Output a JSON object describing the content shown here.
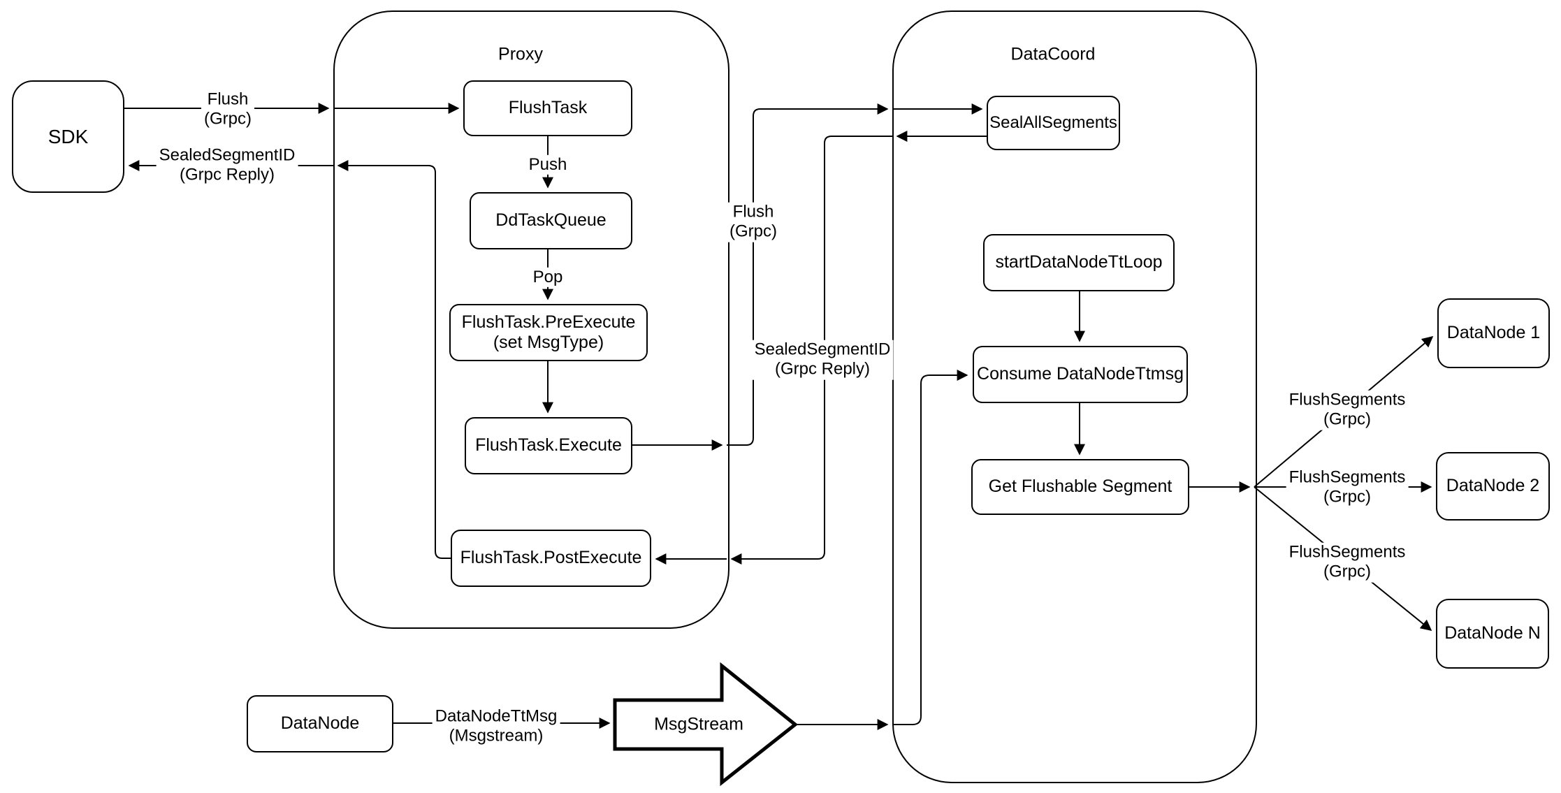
{
  "canvas": {
    "background_color": "#ffffff",
    "stroke_color": "#000000"
  },
  "containers": {
    "proxy": {
      "title": "Proxy"
    },
    "datacoord": {
      "title": "DataCoord"
    }
  },
  "nodes": {
    "sdk": "SDK",
    "flush_task": "FlushTask",
    "dd_task_queue": "DdTaskQueue",
    "pre_execute": [
      "FlushTask.PreExecute",
      "(set MsgType)"
    ],
    "execute": "FlushTask.Execute",
    "post_execute": "FlushTask.PostExecute",
    "seal_all_segments": "SealAllSegments",
    "start_datanode_tt_loop": "startDataNodeTtLoop",
    "consume_datanode_ttmsg": "Consume DataNodeTtmsg",
    "get_flushable_segment": "Get Flushable Segment",
    "datanode_1": "DataNode 1",
    "datanode_2": "DataNode 2",
    "datanode_n": "DataNode N",
    "datanode": "DataNode",
    "msgstream": "MsgStream"
  },
  "edge_labels": {
    "flush_grpc_sdk": [
      "Flush",
      "(Grpc)"
    ],
    "sealed_segment_id_sdk": [
      "SealedSegmentID",
      "(Grpc Reply)"
    ],
    "push": "Push",
    "pop": "Pop",
    "flush_grpc_mid": [
      "Flush",
      "(Grpc)"
    ],
    "sealed_segment_id_mid": [
      "SealedSegmentID",
      "(Grpc Reply)"
    ],
    "flush_segments_1": [
      "FlushSegments",
      "(Grpc)"
    ],
    "flush_segments_2": [
      "FlushSegments",
      "(Grpc)"
    ],
    "flush_segments_3": [
      "FlushSegments",
      "(Grpc)"
    ],
    "datanode_tt_msg": [
      "DataNodeTtMsg",
      "(Msgstream)"
    ]
  }
}
